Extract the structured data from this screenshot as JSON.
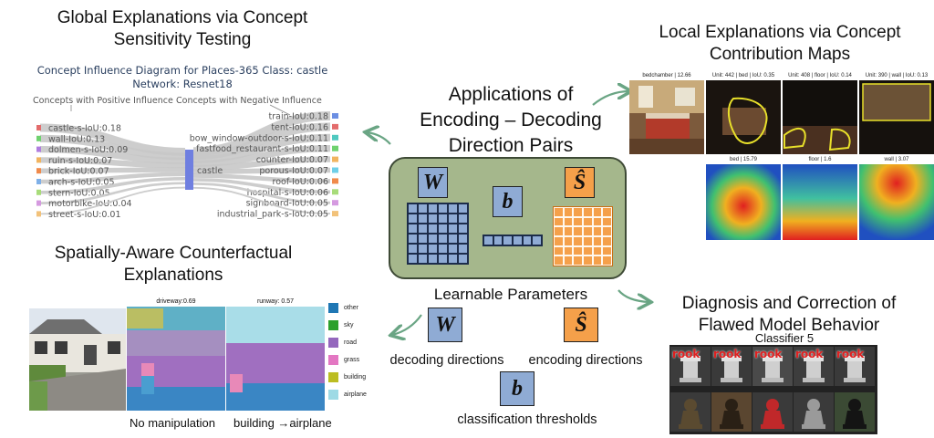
{
  "center": {
    "title_lines": [
      "Applications of",
      "Encoding – Decoding",
      "Direction Pairs"
    ],
    "matrix_w": "W",
    "matrix_b": "b",
    "matrix_s": "Ŝ",
    "learnable_title": "Learnable Parameters",
    "param_w_symbol": "W",
    "param_s_symbol": "Ŝ",
    "param_b_symbol": "b",
    "param_w_label": "decoding directions",
    "param_s_label": "encoding directions",
    "param_b_label": "classification thresholds"
  },
  "global": {
    "heading_lines": [
      "Global Explanations via Concept",
      "Sensitivity Testing"
    ],
    "chart_title_line1": "Concept Influence Diagram for Places-365 Class: castle",
    "chart_title_line2": "Network: Resnet18",
    "pos_caption": "Concepts with Positive Influence",
    "neg_caption": "Concepts with Negative Influence",
    "center_node": "castle",
    "positive": [
      {
        "label": "castle-s-IoU:0.18",
        "color": "#e36c6c"
      },
      {
        "label": "wall-IoU:0.13",
        "color": "#6fd26f"
      },
      {
        "label": "dolmen-s-IoU:0.09",
        "color": "#b07ee0"
      },
      {
        "label": "ruin-s-IoU:0.07",
        "color": "#f1b460"
      },
      {
        "label": "brick-IoU:0.07",
        "color": "#f08a4b"
      },
      {
        "label": "arch-s-IoU:0.05",
        "color": "#7fb0e8"
      },
      {
        "label": "stern-IoU:0.05",
        "color": "#a8dc7a"
      },
      {
        "label": "motorbike-IoU:0.04",
        "color": "#d59ae0"
      },
      {
        "label": "street-s-IoU:0.01",
        "color": "#f2c27a"
      }
    ],
    "negative": [
      {
        "label": "train-IoU:0.18",
        "color": "#6c8fe3"
      },
      {
        "label": "tent-IoU:0.16",
        "color": "#e36c6c"
      },
      {
        "label": "bow_window-outdoor-s-IoU:0.11",
        "color": "#4fc9c0"
      },
      {
        "label": "fastfood_restaurant-s-IoU:0.11",
        "color": "#6fd26f"
      },
      {
        "label": "counter-IoU:0.07",
        "color": "#f1b460"
      },
      {
        "label": "porous-IoU:0.07",
        "color": "#6fcfe8"
      },
      {
        "label": "roof-IoU:0.06",
        "color": "#f08a4b"
      },
      {
        "label": "hospital-s-IoU:0.06",
        "color": "#a8dc7a"
      },
      {
        "label": "signboard-IoU:0.05",
        "color": "#d59ae0"
      },
      {
        "label": "industrial_park-s-IoU:0.05",
        "color": "#f2c27a"
      }
    ]
  },
  "local": {
    "heading_lines": [
      "Local Explanations via Concept",
      "Contribution Maps"
    ],
    "top_captions": [
      "bedchamber | 12.66",
      "Unit: 442 | bed | IoU: 0.35",
      "Unit: 408 | floor | IoU: 0.14",
      "Unit: 390 | wall | IoU: 0.13"
    ],
    "bottom_captions": [
      "bed | 15.79",
      "floor | 1.6",
      "wall | 3.07"
    ]
  },
  "spatial": {
    "heading_lines": [
      "Spatially-Aware Counterfactual",
      "Explanations"
    ],
    "map1_caption": "driveway:0.69",
    "map2_caption": "runway: 0.57",
    "caption_left": "No manipulation",
    "caption_right": "building →airplane",
    "legend": [
      {
        "label": "other",
        "color": "#1f77b4"
      },
      {
        "label": "sky",
        "color": "#2ca02c"
      },
      {
        "label": "road",
        "color": "#9467bd"
      },
      {
        "label": "grass",
        "color": "#e377c2"
      },
      {
        "label": "building",
        "color": "#bcbd22"
      },
      {
        "label": "airplane",
        "color": "#9edae5"
      }
    ]
  },
  "diagnosis": {
    "heading_lines": [
      "Diagnosis and Correction of",
      "Flawed Model Behavior"
    ],
    "classifier_label": "Classifier 5",
    "rook_words": [
      "rook",
      "rook",
      "rook",
      "rook",
      "rook"
    ]
  }
}
